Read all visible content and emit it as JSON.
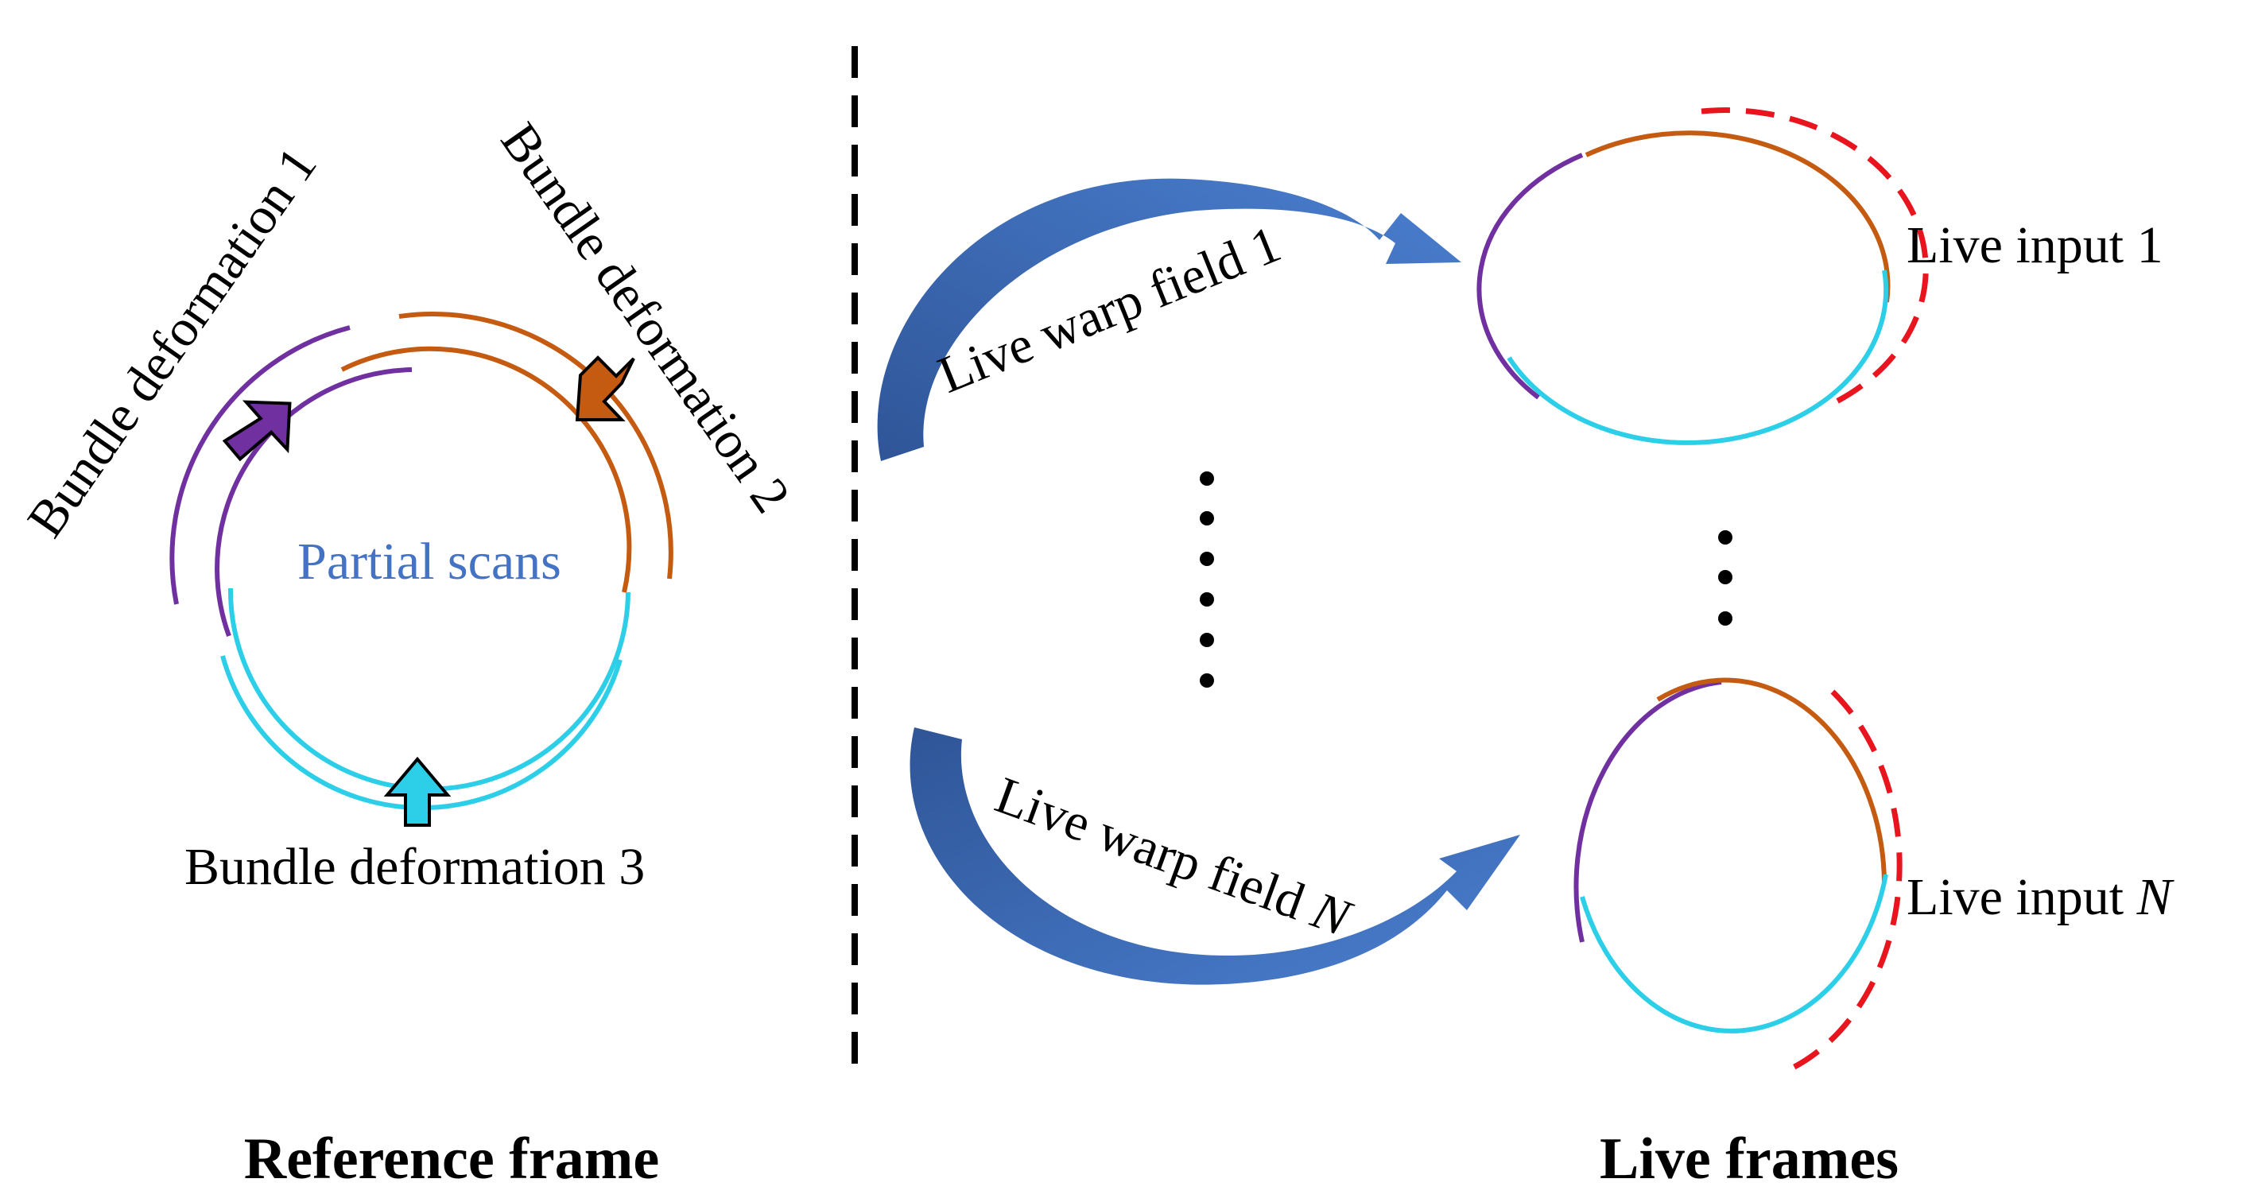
{
  "reference": {
    "title": "Reference frame",
    "center_label": "Partial scans",
    "deformations": [
      "Bundle deformation 1",
      "Bundle deformation 2",
      "Bundle deformation 3"
    ]
  },
  "live": {
    "title": "Live frames",
    "warp_fields": [
      {
        "text": "Live warp field ",
        "suffix": "1"
      },
      {
        "text": "Live warp field ",
        "suffix": "N"
      }
    ],
    "inputs": [
      {
        "text": "Live input ",
        "suffix": "1"
      },
      {
        "text": "Live input ",
        "suffix": "N"
      }
    ]
  },
  "colors": {
    "purple": "#7030A0",
    "orange": "#C55A11",
    "cyan": "#2DCFE8",
    "red_dashed": "#E8141E",
    "blue_arrow": "#3F72C0",
    "partial_scans_text": "#4472C4"
  }
}
